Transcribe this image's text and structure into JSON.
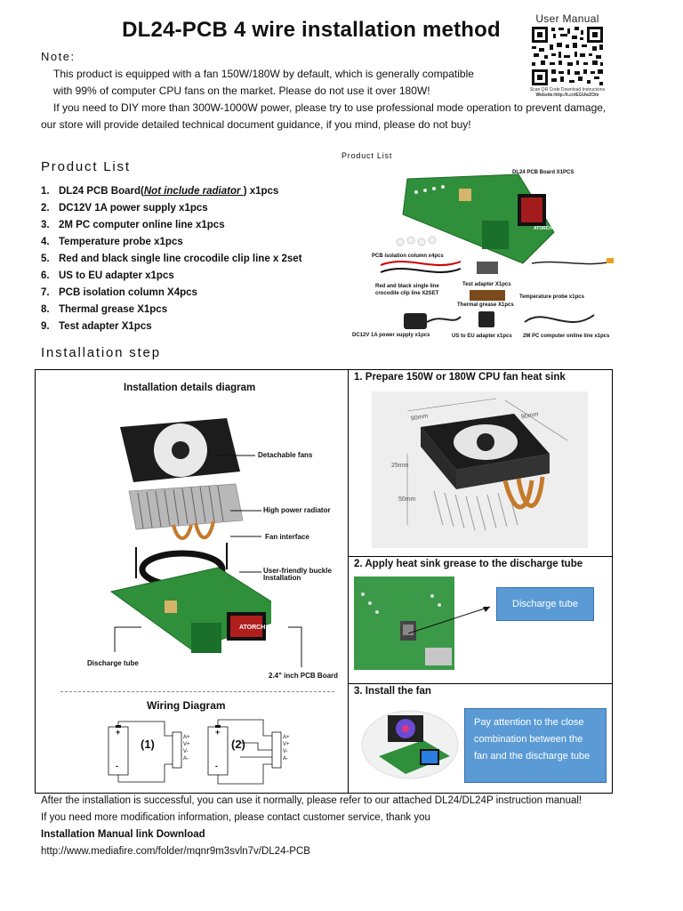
{
  "title": "DL24-PCB 4 wire installation method",
  "qr": {
    "title": "User Manual",
    "caption_line1": "Scan QR Code Download Instructions",
    "caption_line2": "Website:http://t.cn/EGUwZOm"
  },
  "note": {
    "heading": "Note:",
    "line1": "This product is equipped with a fan 150W/180W by default, which is generally compatible",
    "line2": "with 99% of computer CPU fans on the market. Please do not use it over 180W!",
    "line3": "If you need to DIY more than 300W-1000W power, please try to use professional mode operation to prevent damage,",
    "line4": "our store will provide detailed technical document guidance, if you mind, please do not buy!"
  },
  "product_list": {
    "heading": "Product List",
    "items": [
      {
        "num": "1.",
        "pre": "DL24 PCB Board(",
        "em": "Not include radiator ",
        "post": ") x1pcs"
      },
      {
        "num": "2.",
        "pre": "DC12V 1A power supply x1pcs",
        "em": "",
        "post": ""
      },
      {
        "num": "3.",
        "pre": "2M PC computer online line x1pcs",
        "em": "",
        "post": ""
      },
      {
        "num": "4.",
        "pre": "Temperature probe x1pcs",
        "em": "",
        "post": ""
      },
      {
        "num": "5.",
        "pre": "Red and black single line crocodile clip line x 2set",
        "em": "",
        "post": ""
      },
      {
        "num": "6.",
        "pre": "US to EU adapter x1pcs",
        "em": "",
        "post": ""
      },
      {
        "num": "7.",
        "pre": "PCB isolation column X4pcs",
        "em": "",
        "post": ""
      },
      {
        "num": "8.",
        "pre": "Thermal grease X1pcs",
        "em": "",
        "post": ""
      },
      {
        "num": "9.",
        "pre": "Test adapter X1pcs",
        "em": "",
        "post": ""
      }
    ],
    "photo_title": "Product List",
    "photo_labels": {
      "board": "DL24 PCB Board X1PCS",
      "isolation": "PCB isolation column x4pcs",
      "test_adapter": "Test adapter X1pcs",
      "clip_line_1": "Red and black single line",
      "clip_line_2": "crocodile clip line X2SET",
      "temp_probe": "Temperature probe x1pcs",
      "grease": "Thermal grease X1pcs",
      "power": "DC12V 1A power supply x1pcs",
      "us_eu": "US to EU adapter x1pcs",
      "pc_line": "2M PC computer online line x1pcs",
      "screen_brand": "ATORCH"
    }
  },
  "installation": {
    "heading": "Installation step",
    "diagram_title": "Installation details diagram",
    "labels": {
      "fans": "Detachable fans",
      "radiator": "High power radiator",
      "fan_interface": "Fan interface",
      "buckle": "User-friendly buckle",
      "buckle2": "Installation",
      "discharge": "Discharge tube",
      "pcb": "2.4\" inch PCB Board",
      "screen_brand": "ATORCH"
    },
    "wiring_title": "Wiring Diagram",
    "wiring": {
      "d1": "(1)",
      "d2": "(2)",
      "pins": [
        "A+",
        "V+",
        "V-",
        "A-"
      ],
      "plus": "+",
      "minus": "-"
    },
    "step1": "1.   Prepare 150W or 180W CPU fan heat sink",
    "dims": {
      "w1": "90mm",
      "w2": "90mm",
      "h1": "25mm",
      "h2": "50mm"
    },
    "step2": "2.   Apply heat sink grease to the discharge tube",
    "step2_callout": "Discharge tube",
    "step3": "3.   Install the fan",
    "step3_callout": "Pay attention to the close combination between the fan and the discharge tube"
  },
  "footer": {
    "line1": "After the installation is successful, you can use it normally, please refer to our attached DL24/DL24P instruction manual!",
    "line2": "If you need more modification information, please contact customer service, thank you",
    "link_heading": "Installation Manual link Download",
    "url": "http://www.mediafire.com/folder/mqnr9m3svln7v/DL24-PCB"
  },
  "colors": {
    "accent_blue": "#5b9bd5",
    "pcb_green": "#2f8f3a",
    "heatsink": "#c9c9c9"
  }
}
